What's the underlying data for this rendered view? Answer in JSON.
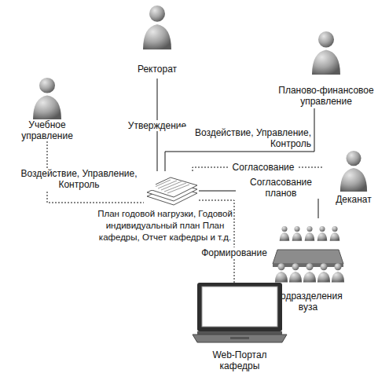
{
  "diagram": {
    "nodes": [
      {
        "text": [
          "Ректорат"
        ]
      },
      {
        "text": [
          "Учебное управление"
        ]
      },
      {
        "text": [
          "Планово-финансовое управление"
        ]
      },
      {
        "text": [
          "Деканат"
        ]
      },
      {
        "text": [
          "План годовой нагрузки, Годовой индивидуальный план План кафедры, Отчет кафедры и т.д."
        ]
      },
      {
        "text": [
          "Подразделения вуза"
        ]
      },
      {
        "text": [
          "Web-Портал кафедры"
        ]
      }
    ],
    "edges": [
      {
        "from": 0,
        "to": 4,
        "arrow": "none",
        "label": "Утверждение"
      },
      {
        "from": 1,
        "to": 4,
        "arrow": "none",
        "label": "Воздействие, Управление, Контроль"
      },
      {
        "from": 2,
        "to": 4,
        "arrow": "none",
        "label": "Воздействие, Управление, Контроль"
      },
      {
        "from": 3,
        "to": 4,
        "arrow": "none",
        "label": "Согласование"
      },
      {
        "from": 5,
        "to": 4,
        "arrow": "none",
        "label": "Согласование планов"
      },
      {
        "from": 4,
        "to": 6,
        "arrow": "none",
        "label": "Формирование"
      }
    ]
  }
}
